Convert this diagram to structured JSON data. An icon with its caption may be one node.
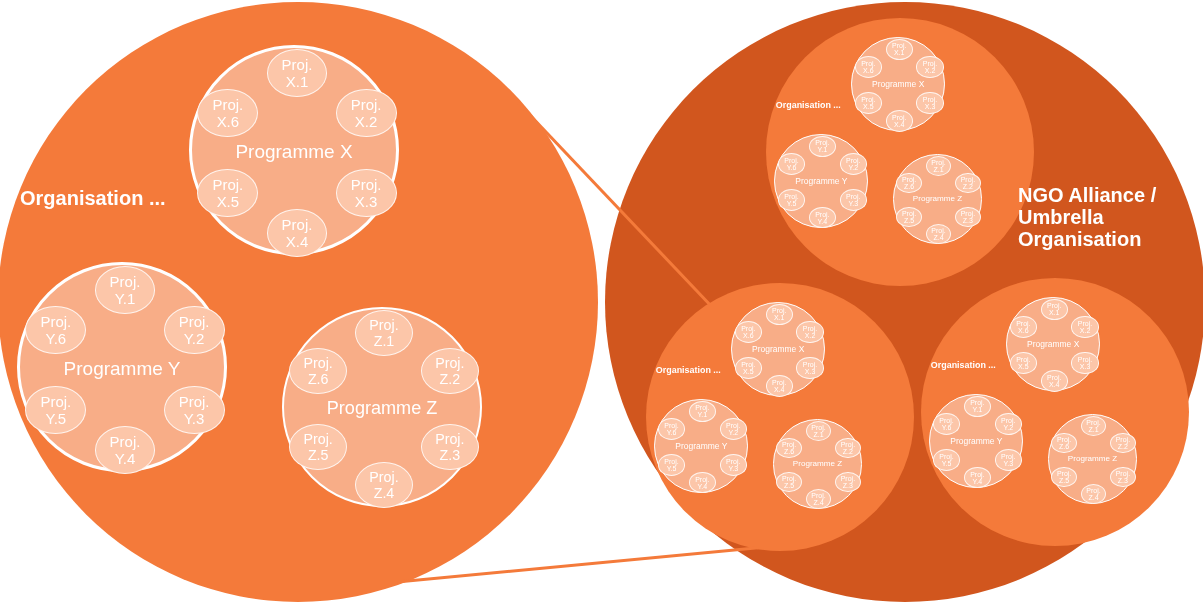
{
  "diagram": {
    "nodes": [
      {
        "text": [
          "Organisation ..."
        ]
      },
      {
        "text": [
          "Programme X"
        ],
        "in": 0
      },
      {
        "text": [
          "Proj. X.1"
        ],
        "in": 1
      },
      {
        "text": [
          "Proj. X.2"
        ],
        "in": 1
      },
      {
        "text": [
          "Proj. X.3"
        ],
        "in": 1
      },
      {
        "text": [
          "Proj. X.4"
        ],
        "in": 1
      },
      {
        "text": [
          "Proj. X.5"
        ],
        "in": 1
      },
      {
        "text": [
          "Proj. X.6"
        ],
        "in": 1
      },
      {
        "text": [
          "Programme Y"
        ],
        "in": 0
      },
      {
        "text": [
          "Proj. Y.1"
        ],
        "in": 8
      },
      {
        "text": [
          "Proj. Y.2"
        ],
        "in": 8
      },
      {
        "text": [
          "Proj. Y.3"
        ],
        "in": 8
      },
      {
        "text": [
          "Proj. Y.4"
        ],
        "in": 8
      },
      {
        "text": [
          "Proj. Y.5"
        ],
        "in": 8
      },
      {
        "text": [
          "Proj. Y.6"
        ],
        "in": 8
      },
      {
        "text": [
          "Programme Z"
        ],
        "in": 0
      },
      {
        "text": [
          "Proj. Z.1"
        ],
        "in": 15
      },
      {
        "text": [
          "Proj. Z.2"
        ],
        "in": 15
      },
      {
        "text": [
          "Proj. Z.3"
        ],
        "in": 15
      },
      {
        "text": [
          "Proj. Z.4"
        ],
        "in": 15
      },
      {
        "text": [
          "Proj. Z.5"
        ],
        "in": 15
      },
      {
        "text": [
          "Proj. Z.6"
        ],
        "in": 15
      },
      {
        "text": [
          "NGO Alliance / Umbrella Organisation"
        ]
      },
      {
        "text": [
          "Organisation ..."
        ],
        "in": 22
      },
      {
        "text": [
          "Programme X"
        ],
        "in": 23
      },
      {
        "text": [
          "Proj. X.1"
        ],
        "in": 24
      },
      {
        "text": [
          "Proj. X.2"
        ],
        "in": 24
      },
      {
        "text": [
          "Proj. X.3"
        ],
        "in": 24
      },
      {
        "text": [
          "Proj. X.4"
        ],
        "in": 24
      },
      {
        "text": [
          "Proj. X.5"
        ],
        "in": 24
      },
      {
        "text": [
          "Proj. X.6"
        ],
        "in": 24
      },
      {
        "text": [
          "Programme Y"
        ],
        "in": 23
      },
      {
        "text": [
          "Proj. Y.1"
        ],
        "in": 31
      },
      {
        "text": [
          "Proj. Y.2"
        ],
        "in": 31
      },
      {
        "text": [
          "Proj. Y.3"
        ],
        "in": 31
      },
      {
        "text": [
          "Proj. Y.4"
        ],
        "in": 31
      },
      {
        "text": [
          "Proj. Y.5"
        ],
        "in": 31
      },
      {
        "text": [
          "Proj. Y.6"
        ],
        "in": 31
      },
      {
        "text": [
          "Programme Z"
        ],
        "in": 23
      },
      {
        "text": [
          "Proj. Z.1"
        ],
        "in": 38
      },
      {
        "text": [
          "Proj. Z.2"
        ],
        "in": 38
      },
      {
        "text": [
          "Proj. Z.3"
        ],
        "in": 38
      },
      {
        "text": [
          "Proj. Z.4"
        ],
        "in": 38
      },
      {
        "text": [
          "Proj. Z.5"
        ],
        "in": 38
      },
      {
        "text": [
          "Proj. Z.6"
        ],
        "in": 38
      },
      {
        "text": [
          "Organisation ..."
        ],
        "in": 22
      },
      {
        "text": [
          "Programme X"
        ],
        "in": 45
      },
      {
        "text": [
          "Proj. X.1"
        ],
        "in": 46
      },
      {
        "text": [
          "Proj. X.2"
        ],
        "in": 46
      },
      {
        "text": [
          "Proj. X.3"
        ],
        "in": 46
      },
      {
        "text": [
          "Proj. X.4"
        ],
        "in": 46
      },
      {
        "text": [
          "Proj. X.5"
        ],
        "in": 46
      },
      {
        "text": [
          "Proj. X.6"
        ],
        "in": 46
      },
      {
        "text": [
          "Programme Y"
        ],
        "in": 45
      },
      {
        "text": [
          "Proj. Y.1"
        ],
        "in": 53
      },
      {
        "text": [
          "Proj. Y.2"
        ],
        "in": 53
      },
      {
        "text": [
          "Proj. Y.3"
        ],
        "in": 53
      },
      {
        "text": [
          "Proj. Y.4"
        ],
        "in": 53
      },
      {
        "text": [
          "Proj. Y.5"
        ],
        "in": 53
      },
      {
        "text": [
          "Proj. Y.6"
        ],
        "in": 53
      },
      {
        "text": [
          "Programme Z"
        ],
        "in": 45
      },
      {
        "text": [
          "Proj. Z.1"
        ],
        "in": 60
      },
      {
        "text": [
          "Proj. Z.2"
        ],
        "in": 60
      },
      {
        "text": [
          "Proj. Z.3"
        ],
        "in": 60
      },
      {
        "text": [
          "Proj. Z.4"
        ],
        "in": 60
      },
      {
        "text": [
          "Proj. Z.5"
        ],
        "in": 60
      },
      {
        "text": [
          "Proj. Z.6"
        ],
        "in": 60
      },
      {
        "text": [
          "Organisation ..."
        ],
        "in": 22
      },
      {
        "text": [
          "Programme X"
        ],
        "in": 67
      },
      {
        "text": [
          "Proj. X.1"
        ],
        "in": 68
      },
      {
        "text": [
          "Proj. X.2"
        ],
        "in": 68
      },
      {
        "text": [
          "Proj. X.3"
        ],
        "in": 68
      },
      {
        "text": [
          "Proj. X.4"
        ],
        "in": 68
      },
      {
        "text": [
          "Proj. X.5"
        ],
        "in": 68
      },
      {
        "text": [
          "Proj. X.6"
        ],
        "in": 68
      },
      {
        "text": [
          "Programme Y"
        ],
        "in": 67
      },
      {
        "text": [
          "Proj. Y.1"
        ],
        "in": 75
      },
      {
        "text": [
          "Proj. Y.2"
        ],
        "in": 75
      },
      {
        "text": [
          "Proj. Y.3"
        ],
        "in": 75
      },
      {
        "text": [
          "Proj. Y.4"
        ],
        "in": 75
      },
      {
        "text": [
          "Proj. Y.5"
        ],
        "in": 75
      },
      {
        "text": [
          "Proj. Y.6"
        ],
        "in": 75
      },
      {
        "text": [
          "Programme Z"
        ],
        "in": 67
      },
      {
        "text": [
          "Proj. Z.1"
        ],
        "in": 82
      },
      {
        "text": [
          "Proj. Z.2"
        ],
        "in": 82
      },
      {
        "text": [
          "Proj. Z.3"
        ],
        "in": 82
      },
      {
        "text": [
          "Proj. Z.4"
        ],
        "in": 82
      },
      {
        "text": [
          "Proj. Z.5"
        ],
        "in": 82
      },
      {
        "text": [
          "Proj. Z.6"
        ],
        "in": 82
      }
    ],
    "edges": [
      {
        "from": 0,
        "to": 45,
        "arrow": "none"
      },
      {
        "from": 0,
        "to": 45,
        "arrow": "none"
      }
    ]
  }
}
